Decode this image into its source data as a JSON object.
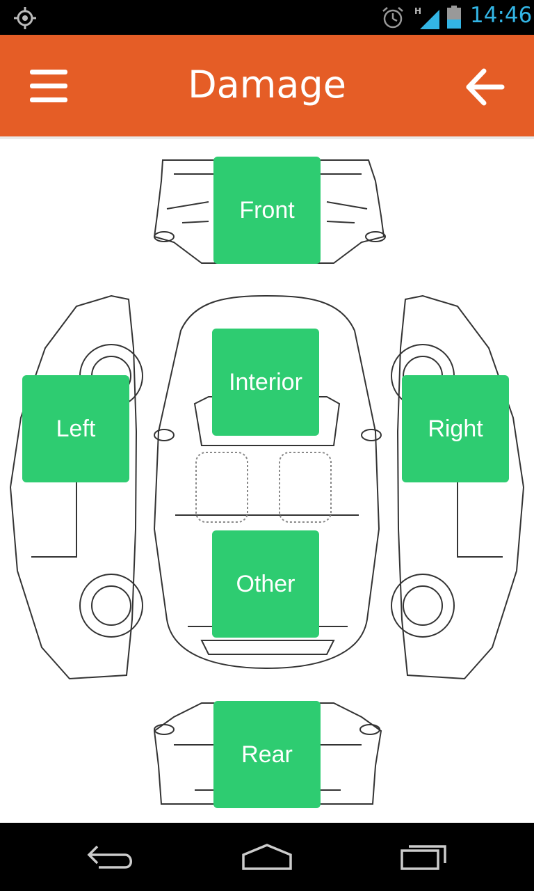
{
  "status_bar": {
    "time": "14:46",
    "icons": [
      "location-icon",
      "alarm-icon",
      "signal-icon",
      "battery-icon"
    ],
    "network_type": "H"
  },
  "app_bar": {
    "title": "Damage",
    "menu_icon": "hamburger-menu-icon",
    "back_icon": "arrow-left-icon",
    "color": "#e55d26"
  },
  "damage_areas": {
    "front": "Front",
    "interior": "Interior",
    "left": "Left",
    "right": "Right",
    "other": "Other",
    "rear": "Rear",
    "tile_color": "#2ecc71"
  },
  "nav_bar": {
    "icons": [
      "back-nav-icon",
      "home-nav-icon",
      "recents-nav-icon"
    ]
  }
}
